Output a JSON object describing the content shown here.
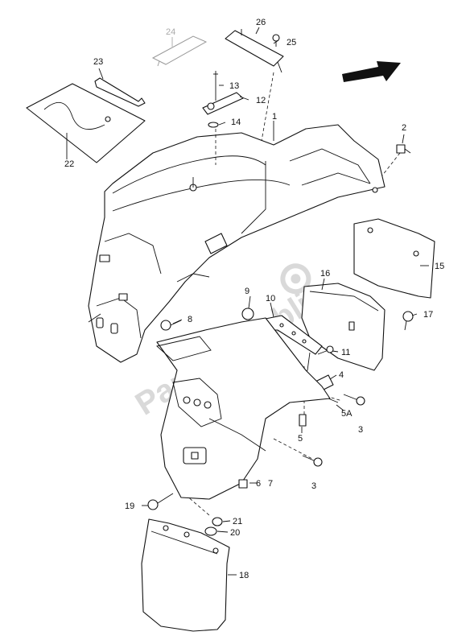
{
  "diagram": {
    "callouts": {
      "c1": "1",
      "c2": "2",
      "c3a": "3",
      "c3b": "3",
      "c4": "4",
      "c5": "5",
      "c5a": "5A",
      "c6": "6",
      "c7": "7",
      "c8": "8",
      "c9": "9",
      "c10": "10",
      "c11": "11",
      "c12": "12",
      "c13": "13",
      "c14": "14",
      "c15": "15",
      "c16": "16",
      "c17": "17",
      "c18": "18",
      "c19": "19",
      "c20": "20",
      "c21": "21",
      "c22": "22",
      "c23": "23",
      "c24": "24",
      "c25": "25",
      "c26": "26"
    },
    "watermark": {
      "text": "PartsRepublik"
    },
    "colors": {
      "ink": "#111111",
      "faded_callout": "#aaaaaa",
      "watermark": "#d9d9d9"
    },
    "icons": {
      "direction": "front-direction-arrow-icon",
      "watermark_gear": "gear-icon"
    }
  }
}
